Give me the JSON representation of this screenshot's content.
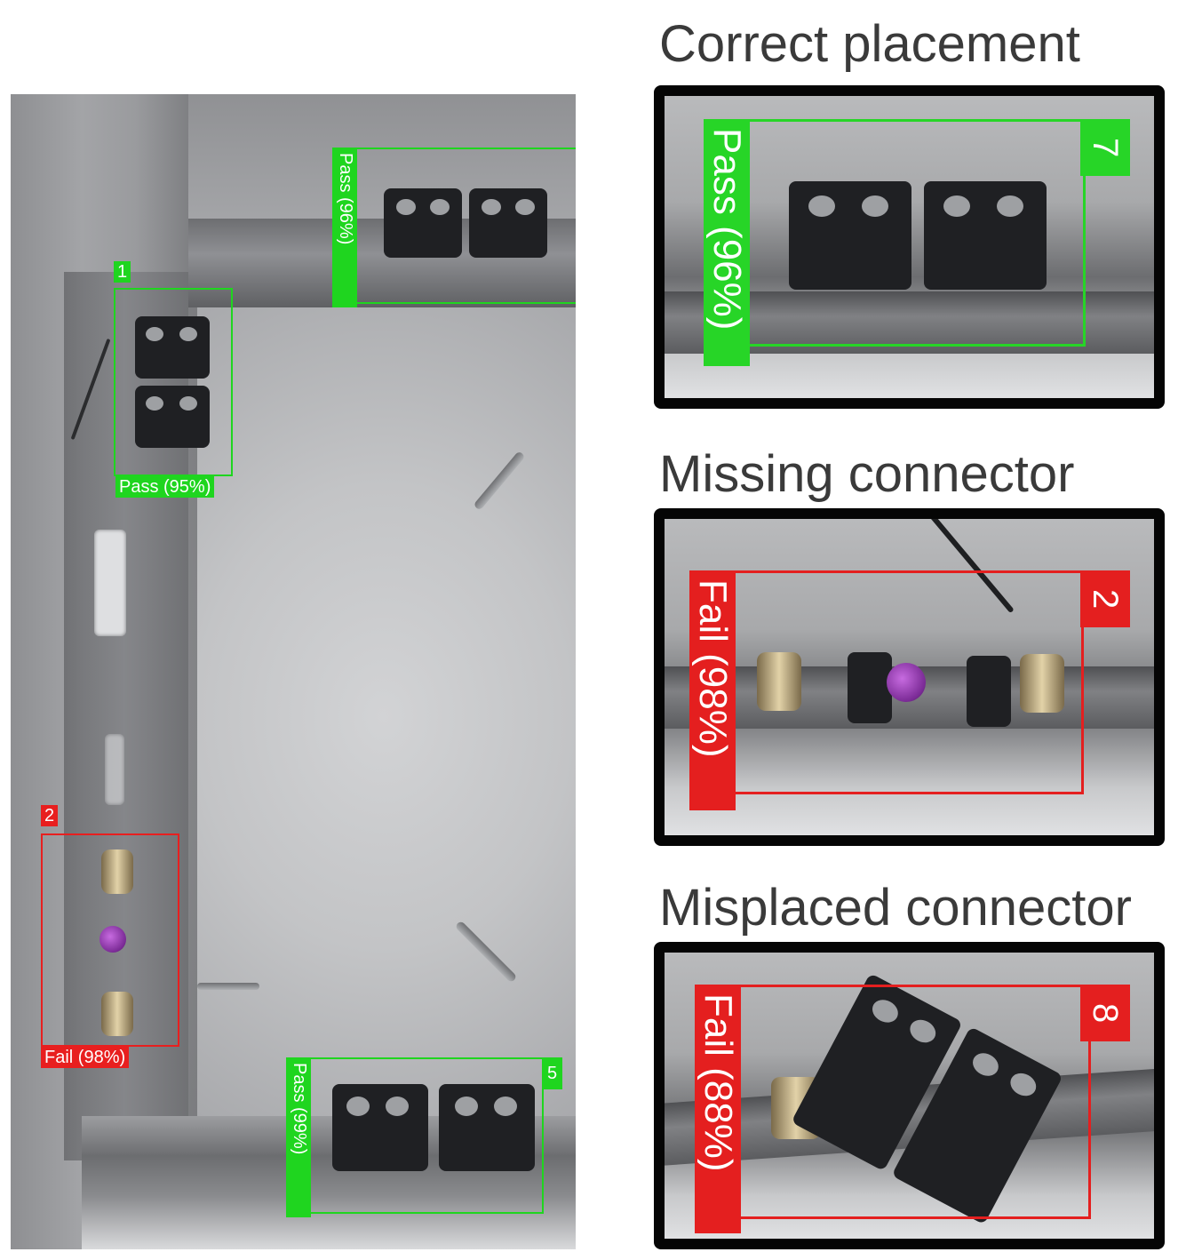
{
  "main_photo": {
    "detections": [
      {
        "id": "1",
        "label": "Pass (95%)",
        "status": "pass"
      },
      {
        "id": "",
        "label": "Pass (96%)",
        "status": "pass"
      },
      {
        "id": "2",
        "label": "Fail (98%)",
        "status": "fail"
      },
      {
        "id": "5",
        "label": "Pass (99%)",
        "status": "pass"
      }
    ]
  },
  "examples": [
    {
      "title": "Correct placement",
      "label": "Pass (96%)",
      "id": "7",
      "status": "pass"
    },
    {
      "title": "Missing connector",
      "label": "Fail (98%)",
      "id": "2",
      "status": "fail"
    },
    {
      "title": "Misplaced connector",
      "label": "Fail (88%)",
      "id": "8",
      "status": "fail"
    }
  ],
  "colors": {
    "pass": "#1fd51f",
    "fail": "#e81f1f",
    "frame": "#050505",
    "title_text": "#3a3a3a"
  }
}
